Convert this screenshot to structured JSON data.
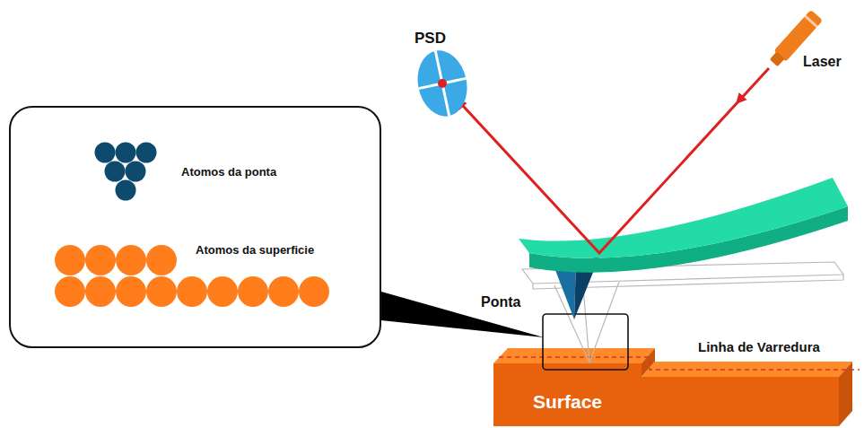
{
  "diagram": {
    "nodes": [
      {
        "text": [
          "Atomos da ponta",
          "Atomos da superficie"
        ]
      },
      {
        "text": [
          "Surface"
        ]
      }
    ],
    "labels": [
      "PSD",
      "Laser",
      "Ponta",
      "Linha de Varredura"
    ]
  }
}
